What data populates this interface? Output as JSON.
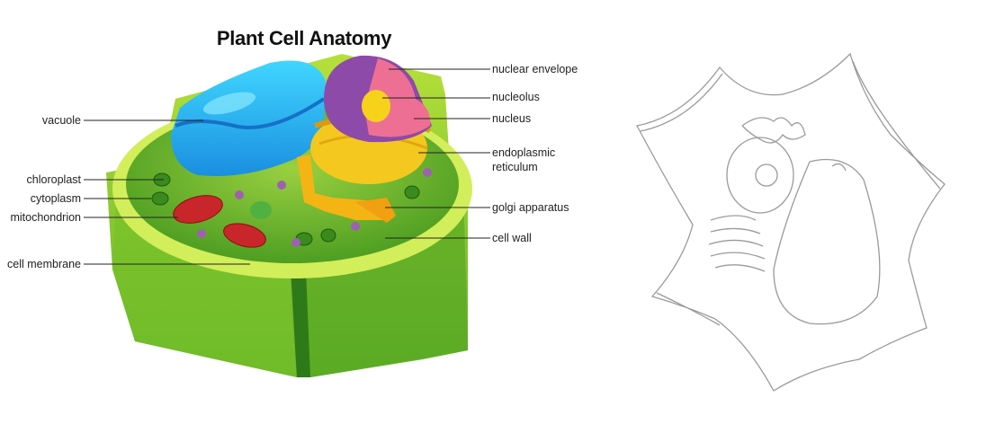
{
  "title": "Plant Cell Anatomy",
  "labels_left": {
    "vacuole": "vacuole",
    "chloroplast": "chloroplast",
    "cytoplasm": "cytoplasm",
    "mitochondrion": "mitochondrion",
    "cell_membrane": "cell membrane"
  },
  "labels_right": {
    "nuclear_envelope": "nuclear envelope",
    "nucleolus": "nucleolus",
    "nucleus": "nucleus",
    "er_line1": "endoplasmic",
    "er_line2": "reticulum",
    "golgi": "golgi apparatus",
    "cell_wall": "cell wall"
  },
  "colors": {
    "vacuole": "#2ab8ee",
    "wall": "#8ccc2a",
    "cytoplasm": "#6ab830",
    "nucleus": "#8e4aa8",
    "nucleoplasm": "#ee6f94",
    "golgi": "#f6c21a",
    "mito": "#c8262a",
    "sketch": "#9a9a9a"
  }
}
